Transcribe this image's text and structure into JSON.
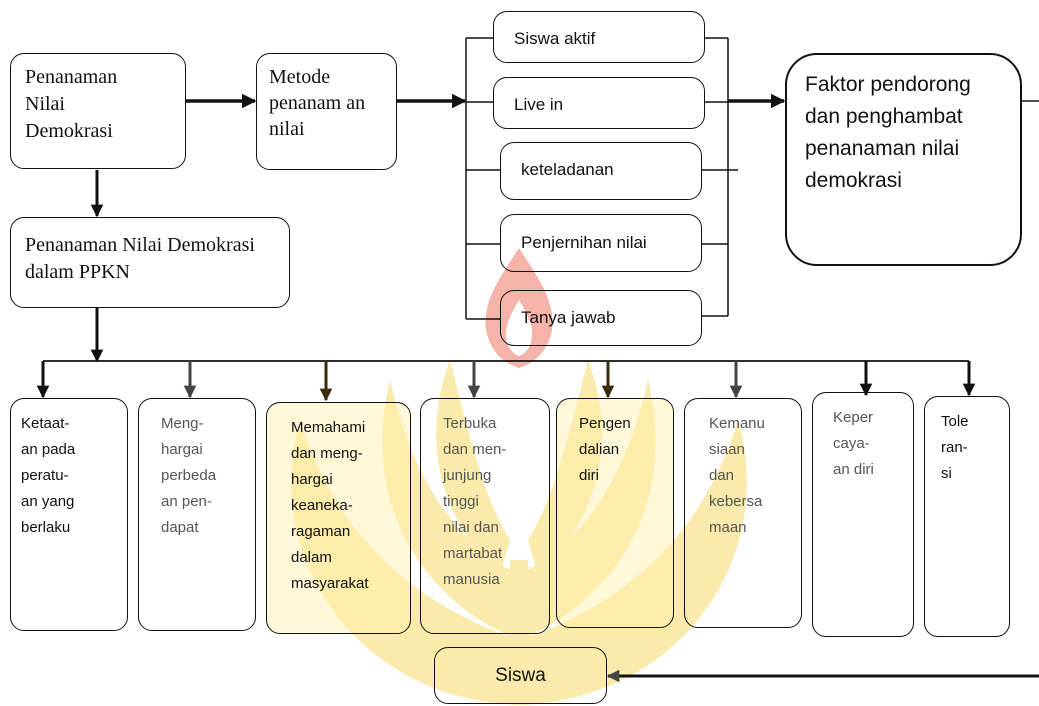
{
  "top_box": "Penanaman Nilai Demokrasi",
  "metode_box": "Metode penanam an nilai",
  "ppkn_box": "Penanaman Nilai Demokrasi dalam PPKN",
  "methods": [
    "Siswa aktif",
    "Live in",
    "keteladanan",
    "Penjernihan nilai",
    "Tanya jawab"
  ],
  "factors_box": "Faktor pendorong dan penghambat penanaman nilai demokrasi",
  "values": [
    "Ketaat-\nan pada\nperatu-\nan yang\nberlaku",
    "Meng-\nhargai\nperbeda\nan pen-\ndapat",
    "Memahami\ndan meng-\nhargai\nkeaneka-\nragaman\ndalam\nmasyarakat",
    "Terbuka\ndan men-\njunjung\ntinggi\nnilai dan\nmartabat\nmanusia",
    "Pengen\ndalian\ndiri",
    "Kemanu\nsiaan\ndan\nkebersa\nmaan",
    "Keper\ncaya-\nan diri",
    "Tole\nran-\nsi"
  ],
  "siswa_box": "Siswa"
}
